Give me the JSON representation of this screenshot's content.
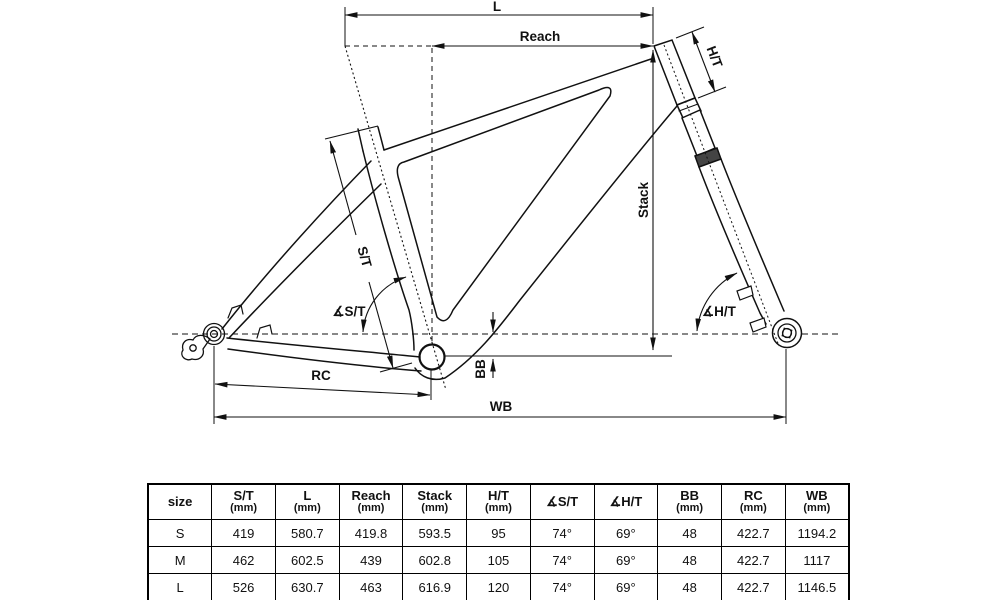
{
  "page": {
    "background": "#ffffff"
  },
  "colors": {
    "line": "#111111",
    "dark_band": "#444444",
    "table_border": "#000000"
  },
  "diagram": {
    "labels": {
      "top_length": "L",
      "reach": "Reach",
      "head_tube": "H/T",
      "stack": "Stack",
      "seat_tube": "S/T",
      "seat_tube_angle": "∡S/T",
      "head_tube_angle": "∡H/T",
      "bb_drop": "BB",
      "rear_center": "RC",
      "wheelbase": "WB"
    }
  },
  "table": {
    "columns": [
      {
        "label": "size",
        "unit": ""
      },
      {
        "label": "S/T",
        "unit": "(mm)"
      },
      {
        "label": "L",
        "unit": "(mm)"
      },
      {
        "label": "Reach",
        "unit": "(mm)"
      },
      {
        "label": "Stack",
        "unit": "(mm)"
      },
      {
        "label": "H/T",
        "unit": "(mm)"
      },
      {
        "label": "∡S/T",
        "unit": ""
      },
      {
        "label": "∡H/T",
        "unit": ""
      },
      {
        "label": "BB",
        "unit": "(mm)"
      },
      {
        "label": "RC",
        "unit": "(mm)"
      },
      {
        "label": "WB",
        "unit": "(mm)"
      }
    ],
    "rows": [
      {
        "size": "S",
        "cells": [
          "419",
          "580.7",
          "419.8",
          "593.5",
          "95",
          "74°",
          "69°",
          "48",
          "422.7",
          "1194.2"
        ]
      },
      {
        "size": "M",
        "cells": [
          "462",
          "602.5",
          "439",
          "602.8",
          "105",
          "74°",
          "69°",
          "48",
          "422.7",
          "1117"
        ]
      },
      {
        "size": "L",
        "cells": [
          "526",
          "630.7",
          "463",
          "616.9",
          "120",
          "74°",
          "69°",
          "48",
          "422.7",
          "1146.5"
        ]
      }
    ]
  }
}
